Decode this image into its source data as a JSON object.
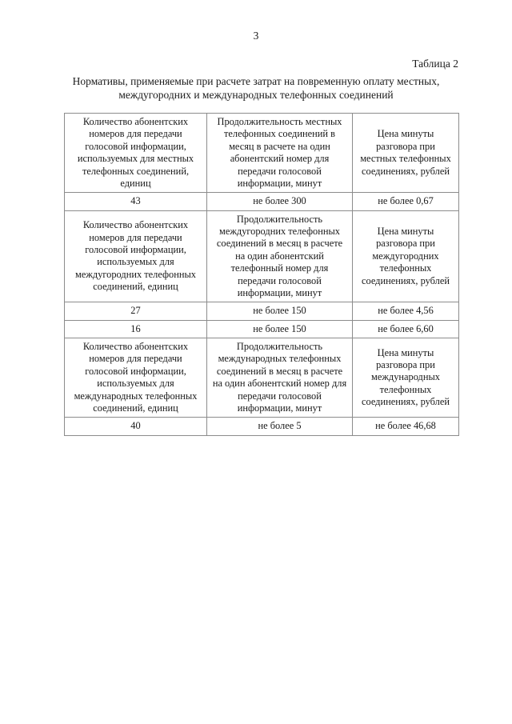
{
  "page": {
    "number": "3",
    "table_label": "Таблица 2",
    "title_line_1": "Нормативы, применяемые при расчете затрат на повременную оплату местных,",
    "title_line_2": "междугородних и международных телефонных соединений"
  },
  "table": {
    "sections": [
      {
        "headers": [
          "Количество абонентских номеров для передачи голосовой информации, используемых для местных телефонных соединений, единиц",
          "Продолжительность местных телефонных соединений в месяц в расчете на один абонентский номер для передачи голосовой информации, минут",
          "Цена минуты разговора при местных телефонных соединениях, рублей"
        ],
        "rows": [
          [
            "43",
            "не более 300",
            "не более 0,67"
          ]
        ]
      },
      {
        "headers": [
          "Количество абонентских номеров для передачи голосовой информации, используемых для междугородних телефонных соединений, единиц",
          "Продолжительность междугородних телефонных соединений в месяц в расчете на один абонентский телефонный номер для передачи голосовой информации, минут",
          "Цена минуты разговора при междугородних телефонных соединениях, рублей"
        ],
        "rows": [
          [
            "27",
            "не более 150",
            "не более 4,56"
          ],
          [
            "16",
            "не более 150",
            "не более 6,60"
          ]
        ]
      },
      {
        "headers": [
          "Количество абонентских номеров для передачи голосовой информации, используемых для международных телефонных соединений, единиц",
          "Продолжительность международных телефонных соединений в месяц в расчете на один абонентский номер для передачи голосовой информации, минут",
          "Цена минуты разговора при международных телефонных соединениях, рублей"
        ],
        "rows": [
          [
            "40",
            "не более 5",
            "не более 46,68"
          ]
        ]
      }
    ]
  }
}
